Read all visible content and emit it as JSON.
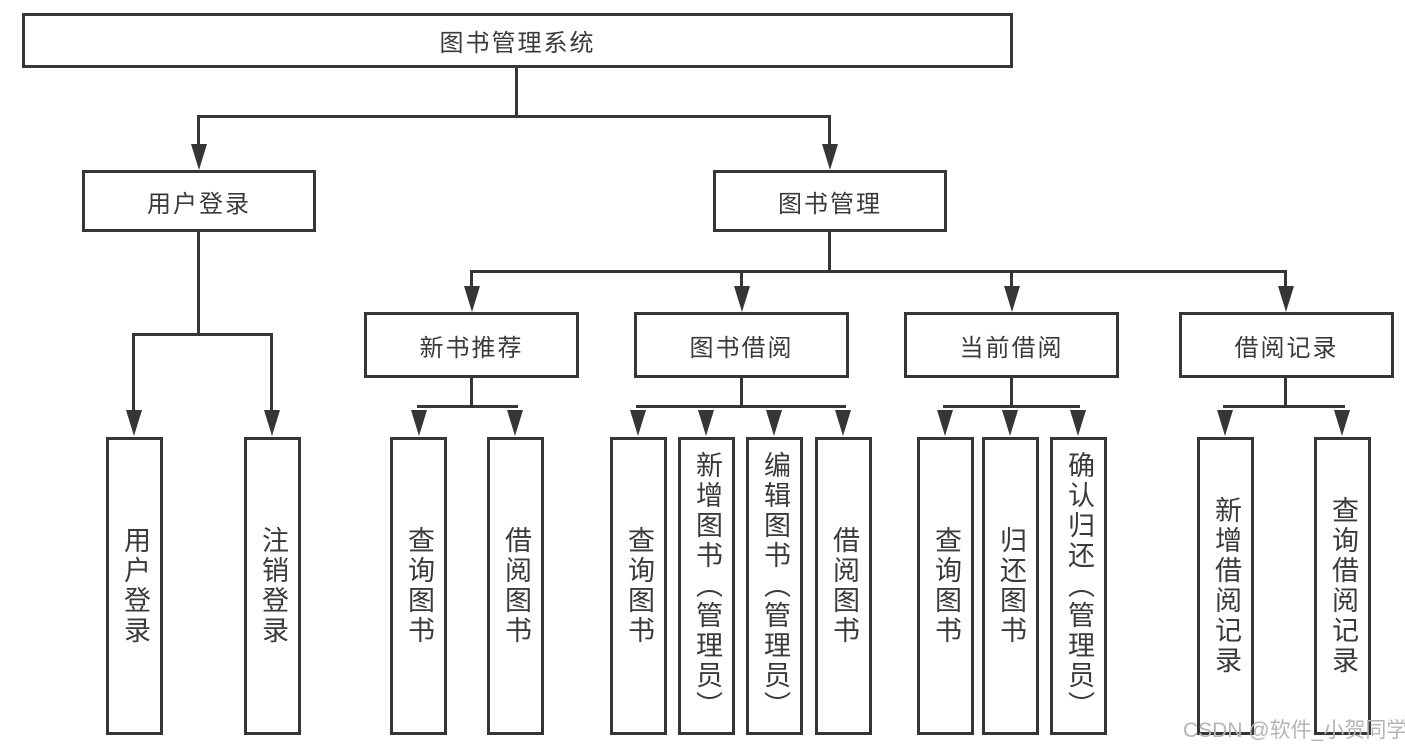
{
  "tree": {
    "label": "图书管理系统",
    "children": [
      {
        "label": "用户登录",
        "children": [
          {
            "label": "用户登录"
          },
          {
            "label": "注销登录"
          }
        ]
      },
      {
        "label": "图书管理",
        "children": [
          {
            "label": "新书推荐",
            "children": [
              {
                "label": "查询图书"
              },
              {
                "label": "借阅图书"
              }
            ]
          },
          {
            "label": "图书借阅",
            "children": [
              {
                "label": "查询图书"
              },
              {
                "label": "新增图书（管理员）"
              },
              {
                "label": "编辑图书（管理员）"
              },
              {
                "label": "借阅图书"
              }
            ]
          },
          {
            "label": "当前借阅",
            "children": [
              {
                "label": "查询图书"
              },
              {
                "label": "归还图书"
              },
              {
                "label": "确认归还（管理员）"
              }
            ]
          },
          {
            "label": "借阅记录",
            "children": [
              {
                "label": "新增借阅记录"
              },
              {
                "label": "查询借阅记录"
              }
            ]
          }
        ]
      }
    ]
  },
  "watermark": {
    "text": "CSDN @软件_小贺同学"
  },
  "colors": {
    "line": "#363636",
    "text": "#3a3a3a",
    "watermark": "#b5b5b5",
    "background": "#ffffff"
  }
}
